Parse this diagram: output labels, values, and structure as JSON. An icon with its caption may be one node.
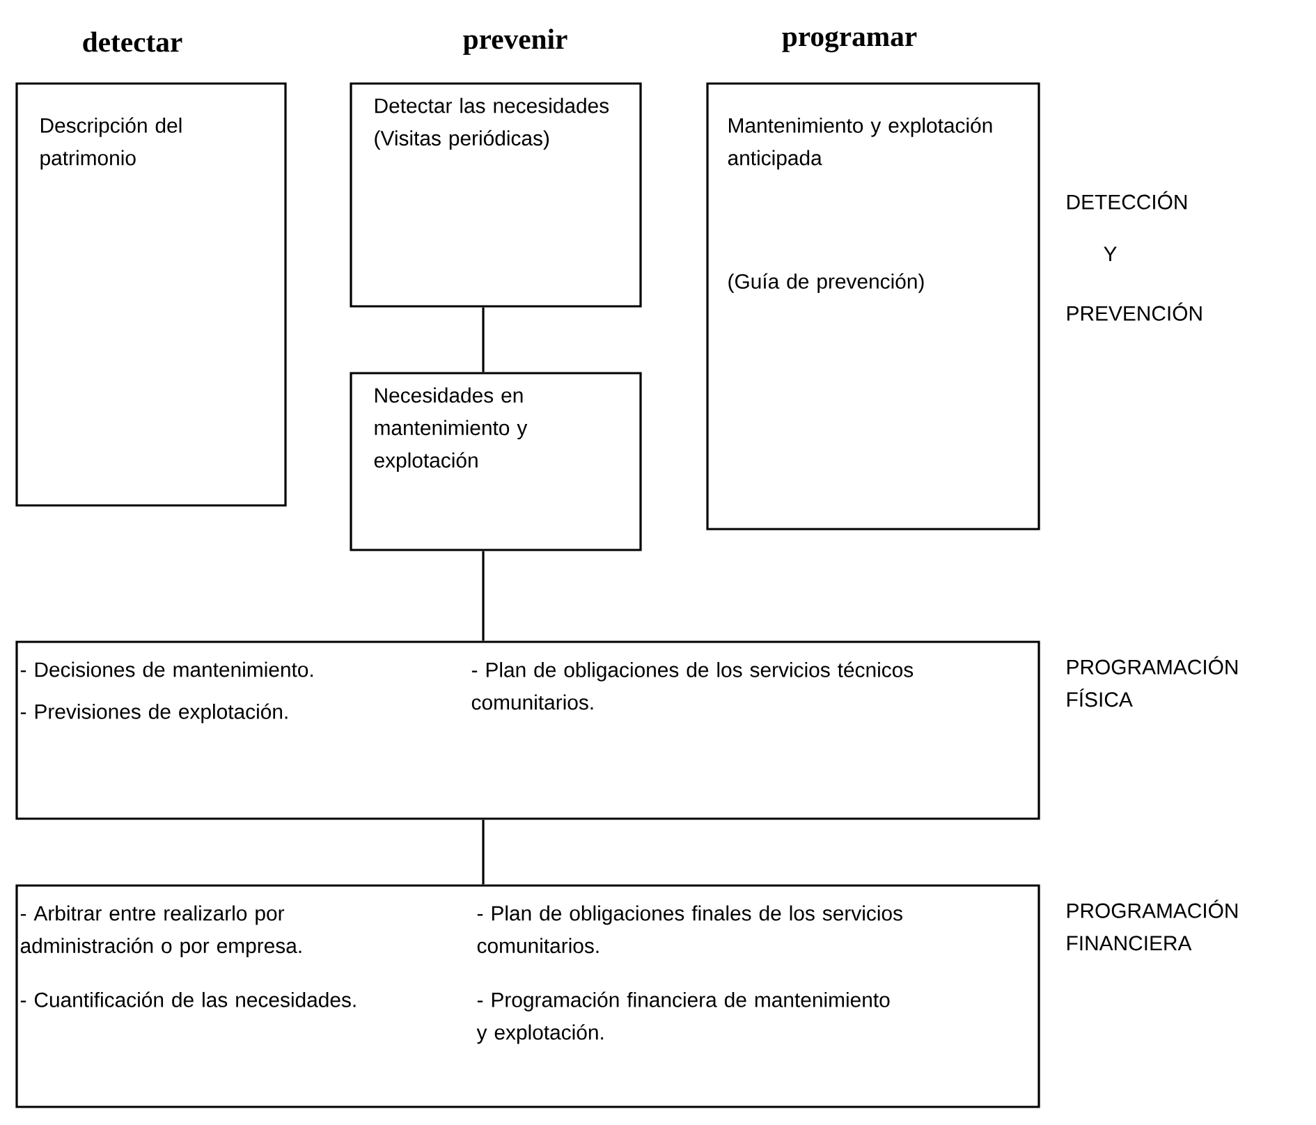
{
  "diagram": {
    "nodes": [
      {
        "text": [
          "Descripción del patrimonio"
        ]
      },
      {
        "text": [
          "Detectar las necesidades (Visitas periódicas)"
        ]
      },
      {
        "text": [
          "Mantenimiento y explotación anticipada",
          "(Guía de prevención)"
        ]
      },
      {
        "text": [
          "Necesidades en mantenimiento y explotación"
        ]
      },
      {
        "text": [
          "- Decisiones de mantenimiento.",
          "- Previsiones de explotación.",
          "- Plan de obligaciones de los servicios técnicos comunitarios."
        ]
      },
      {
        "text": [
          "- Arbitrar entre realizarlo por administración o por empresa.",
          "- Cuantificación de las necesidades.",
          "- Plan de obligaciones finales de  los servicios comunitarios.",
          "- Programación financiera de mantenimiento y explotación."
        ]
      }
    ],
    "edges": [
      {
        "from": 1,
        "to": 3,
        "arrow": "none"
      },
      {
        "from": 3,
        "to": 4,
        "arrow": "none"
      },
      {
        "from": 4,
        "to": 5,
        "arrow": "none"
      }
    ],
    "labels": [
      "detectar",
      "prevenir",
      "programar",
      "DETECCIÓN",
      "Y",
      "PREVENCIÓN",
      "PROGRAMACIÓN FÍSICA",
      "PROGRAMACIÓN FINANCIERA"
    ]
  }
}
